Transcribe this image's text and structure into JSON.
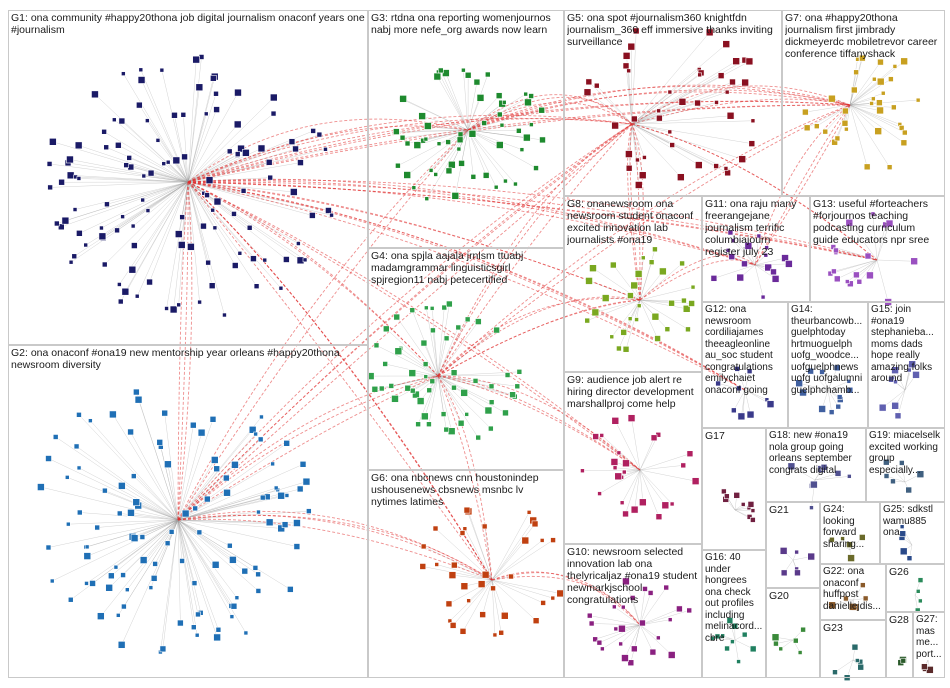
{
  "groups": [
    {
      "id": "g1",
      "label": "G1: ona community #happy20thona job digital journalism onaconf years one #journalism",
      "color": "#1a1a66"
    },
    {
      "id": "g2",
      "label": "G2: ona onaconf #ona19 new mentorship year orleans #happy20thona newsroom diversity",
      "color": "#1f6fb5"
    },
    {
      "id": "g3",
      "label": "G3: rtdna ona reporting womenjournos nabj more nefe_org awards now learn",
      "color": "#1e8a2e"
    },
    {
      "id": "g4",
      "label": "G4: ona spjla aajala jrnlsm ttuabj madamgrammar linguisticsgirl spjregion11 nabj petecertified",
      "color": "#2fa04a"
    },
    {
      "id": "g5",
      "label": "G5: ona spot #journalism360 knightfdn journalism_360 eff immersive thanks inviting surveillance",
      "color": "#8a1020"
    },
    {
      "id": "g6",
      "label": "G6: ona nbcnews cnn houstonindep ushousenews cbsnews msnbc lv nytimes latimes",
      "color": "#c04010"
    },
    {
      "id": "g7",
      "label": "G7: ona #happy20thona journalism first jimbrady dickmeyerdc mobiletrevor career conference tiffanyshack",
      "color": "#c8a020"
    },
    {
      "id": "g8",
      "label": "G8: onanewsroom ona newsroom student onaconf excited innovation lab journalists #ona19",
      "color": "#7aa820"
    },
    {
      "id": "g9",
      "label": "G9: audience job alert re hiring director development marshallproj come help",
      "color": "#b02060"
    },
    {
      "id": "g10",
      "label": "G10: newsroom selected innovation lab ona thelyricaljaz #ona19 student newmarkjschool congratulations",
      "color": "#8a2080"
    },
    {
      "id": "g11",
      "label": "G11: ona raju many freerangejane journalism terrific columbiajourn register july 23",
      "color": "#6a2a9a"
    },
    {
      "id": "g12",
      "label": "G12: ona newsroom cordiliajames theeagleonline au_soc student congratulations emilychaiet onaconf going",
      "color": "#3a3a8a"
    },
    {
      "id": "g13",
      "label": "G13: useful #forteachers #forjournos teaching podcasting curriculum guide educators npr sree",
      "color": "#9a50c0"
    },
    {
      "id": "g14",
      "label": "G14: theurbancowb... guelphtoday hrtmuoguelph uofg_woodce... uofguelphnews uofg uofgalumni guelphchamb...",
      "color": "#4060a0"
    },
    {
      "id": "g15",
      "label": "G15: join #ona19 stephanieba... moms dads hope really amazing folks around",
      "color": "#6060b0"
    },
    {
      "id": "g16",
      "label": "G16: 40 under hongrees ona check out profiles including melinacord... cbre",
      "color": "#208060"
    },
    {
      "id": "g17",
      "label": "G17",
      "color": "#702040"
    },
    {
      "id": "g18",
      "label": "G18: new #ona19 nola group going orleans september congrats digital",
      "color": "#505090"
    },
    {
      "id": "g19",
      "label": "G19: miacelselk excited working group especially...",
      "color": "#406080"
    },
    {
      "id": "g20",
      "label": "G20",
      "color": "#3a8a3a"
    },
    {
      "id": "g21",
      "label": "G21",
      "color": "#5a3a8a"
    },
    {
      "id": "g22",
      "label": "G22: ona onaconf huffpost daniellejdis...",
      "color": "#8a5a2a"
    },
    {
      "id": "g23",
      "label": "G23",
      "color": "#2a6a6a"
    },
    {
      "id": "g24",
      "label": "G24: looking forward sharing...",
      "color": "#6a6a2a"
    },
    {
      "id": "g25",
      "label": "G25: sdkstl wamu885 ona",
      "color": "#2a4a8a"
    },
    {
      "id": "g26",
      "label": "G26",
      "color": "#2a8a5a"
    },
    {
      "id": "g27",
      "label": "G27: mas me... port...",
      "color": "#5a2a2a"
    },
    {
      "id": "g28",
      "label": "G28",
      "color": "#2a5a2a"
    }
  ],
  "colors": {
    "edge_cross": "#e03030",
    "edge_inner": "#9a9a9a",
    "box_border": "#c9c9c9",
    "background": "#ffffff"
  }
}
